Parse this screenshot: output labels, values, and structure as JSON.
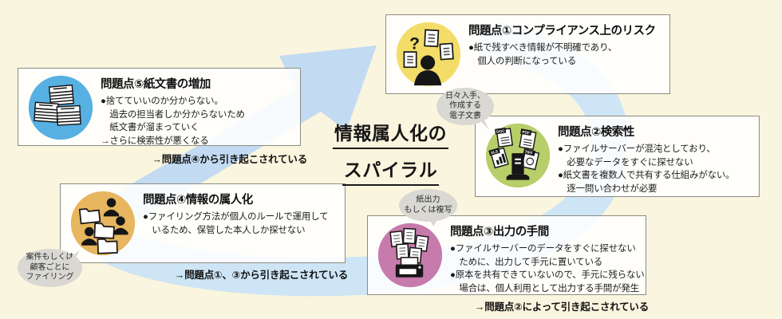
{
  "canvas": {
    "bg": "#FAF5DE",
    "loop_color": "#CEE5F6",
    "arrow_color": "#C2DBF2",
    "box_border": "#8B8B82"
  },
  "title": {
    "line1": "情報属人化の",
    "line2": "スパイラル"
  },
  "problems": {
    "p1": {
      "heading": "問題点①コンプライアンス上のリスク",
      "body": "●紙で残すべき情報が不明確であり、\n　個人の判断になっている",
      "icon": "person-question-documents-icon",
      "circle_color": "#F3DD68"
    },
    "p2": {
      "heading": "問題点②検索性",
      "body": "●ファイルサーバーが混沌としており、\n　必要なデータをすぐに探せない\n●紙文書を複数人で共有する仕組みがない。\n　逐一問い合わせが必要",
      "icon": "file-server-icon",
      "circle_color": "#B7CE69"
    },
    "p3": {
      "heading": "問題点③出力の手間",
      "body": "●ファイルサーバーのデータをすぐに探せない\n　ために、出力して手元に置いている\n●原本を共有できていないので、手元に残らない\n　場合は、個人利用として出力する手間が発生",
      "caption": "→問題点②によって引き起こされている",
      "icon": "printer-documents-icon",
      "circle_color": "#C77AAC"
    },
    "p4": {
      "heading": "問題点④情報の属人化",
      "body": "●ファイリング方法が個人のルールで運用して\n　いるため、保管した本人しか探せない",
      "caption": "→問題点①、③から引き起こされている",
      "icon": "folders-people-icon",
      "circle_color": "#E7B65F"
    },
    "p5": {
      "heading": "問題点⑤紙文書の増加",
      "body": "●捨てていいのか分からない。\n　過去の担当者しか分からないため\n　紙文書が溜まっていく\n→さらに検索性が悪くなる",
      "caption": "→問題点④から引き起こされている",
      "icon": "paper-stacks-icon",
      "circle_color": "#56B0E2"
    }
  },
  "bubbles": {
    "digital_docs": "日々入手、\n作成する\n電子文書",
    "paper_output": "紙出力\nもしくは複写",
    "filing": "案件もしくは\n顧客ごとに\nファイリング"
  },
  "icons": {
    "question_mark": "?"
  },
  "file_labels": {
    "doc": "DOC",
    "pdf": "PDF",
    "xls": "XLS",
    "tiff": "TIFF"
  }
}
